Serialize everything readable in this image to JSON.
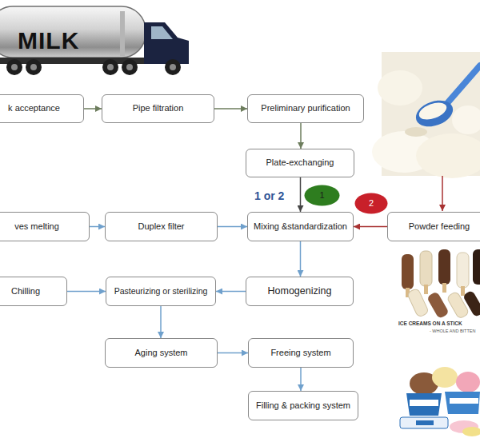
{
  "diagram": {
    "nodes": [
      {
        "text": [
          "k acceptance"
        ]
      },
      {
        "text": [
          "Pipe filtration"
        ]
      },
      {
        "text": [
          "Preliminary purification"
        ]
      },
      {
        "text": [
          "Plate-exchanging"
        ]
      },
      {
        "text": [
          "1"
        ]
      },
      {
        "text": [
          "2"
        ]
      },
      {
        "text": [
          "ves melting"
        ]
      },
      {
        "text": [
          "Duplex filter"
        ]
      },
      {
        "text": [
          "Mixing &standardization"
        ]
      },
      {
        "text": [
          "Powder feeding"
        ]
      },
      {
        "text": [
          "Chilling"
        ]
      },
      {
        "text": [
          "Pasteurizing or sterilizing"
        ]
      },
      {
        "text": [
          "Homogenizing"
        ]
      },
      {
        "text": [
          "Aging system"
        ]
      },
      {
        "text": [
          "Freeing system"
        ]
      },
      {
        "text": [
          "Filling & packing system"
        ]
      }
    ],
    "edges": [
      {
        "from": 0,
        "to": 1,
        "arrow": "to"
      },
      {
        "from": 1,
        "to": 2,
        "arrow": "to"
      },
      {
        "from": 2,
        "to": 3,
        "arrow": "to"
      },
      {
        "from": 3,
        "to": 8,
        "arrow": "to"
      },
      {
        "from": 9,
        "to": 8,
        "arrow": "to"
      },
      {
        "from": 6,
        "to": 7,
        "arrow": "to"
      },
      {
        "from": 7,
        "to": 8,
        "arrow": "to"
      },
      {
        "from": 8,
        "to": 12,
        "arrow": "to"
      },
      {
        "from": 12,
        "to": 11,
        "arrow": "to"
      },
      {
        "from": 10,
        "to": 11,
        "arrow": "to"
      },
      {
        "from": 11,
        "to": 13,
        "arrow": "to"
      },
      {
        "from": 13,
        "to": 14,
        "arrow": "to"
      },
      {
        "from": 14,
        "to": 15,
        "arrow": "to"
      }
    ],
    "labels": [
      "MILK",
      "1 or 2",
      "ICE CREAMS ON A STICK",
      "- WHOLE AND BITTEN"
    ]
  }
}
